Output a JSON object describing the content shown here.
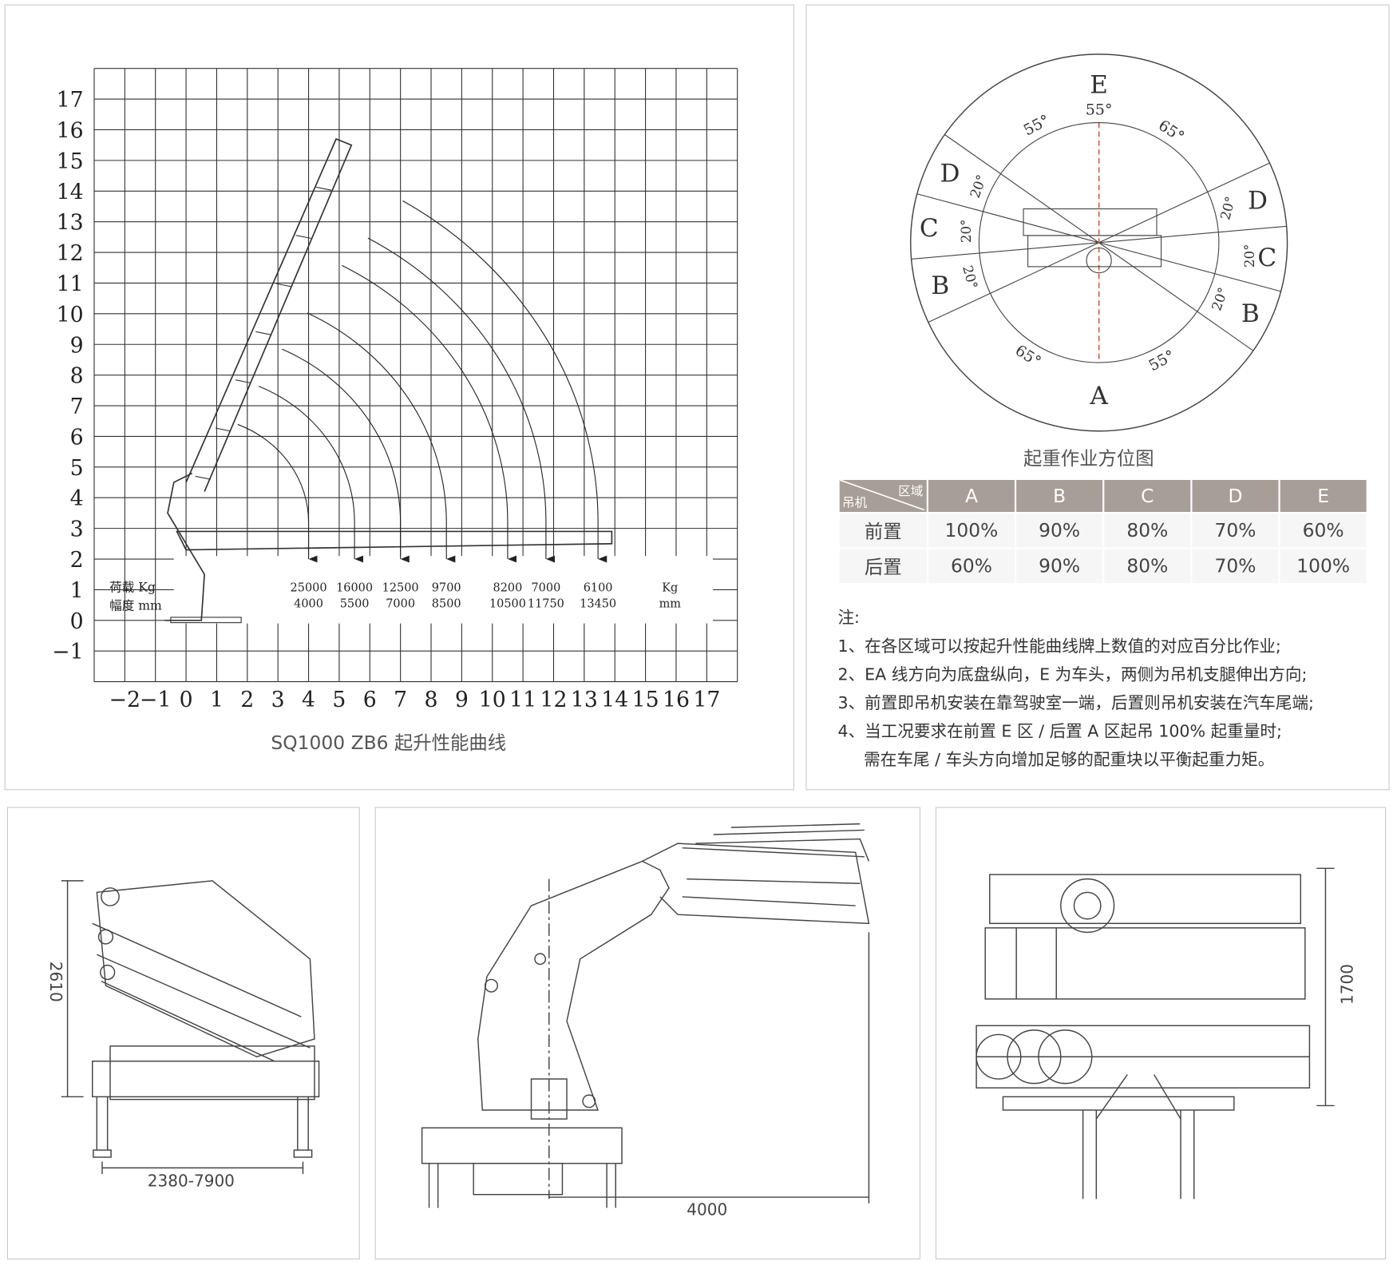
{
  "chart_data": {
    "type": "line",
    "title": "SQ1000  ZB6 起升性能曲线",
    "x_ticks": [
      "-2",
      "-1",
      "0",
      "1",
      "2",
      "3",
      "4",
      "5",
      "6",
      "7",
      "8",
      "9",
      "10",
      "11",
      "12",
      "13",
      "14",
      "15",
      "16",
      "17"
    ],
    "y_ticks": [
      "17",
      "16",
      "15",
      "14",
      "13",
      "12",
      "11",
      "10",
      "9",
      "8",
      "7",
      "6",
      "5",
      "4",
      "3",
      "2",
      "1",
      "0",
      "-1"
    ],
    "xlim": [
      -3,
      18
    ],
    "ylim": [
      -2,
      18
    ],
    "grid": true,
    "legend": {
      "load_label": "荷载 Kg",
      "radius_label": "幅度 mm"
    },
    "units": {
      "load": "Kg",
      "radius": "mm"
    },
    "loads_kg": [
      "25000",
      "16000",
      "12500",
      "9700",
      "8200",
      "7000",
      "6100"
    ],
    "radii_mm": [
      "4000",
      "5500",
      "7000",
      "8500",
      "10500",
      "11750",
      "13450"
    ],
    "radii_m": [
      4.0,
      5.5,
      7.0,
      8.5,
      10.5,
      11.75,
      13.45
    ]
  },
  "direction_diagram": {
    "title": "起重作业方位图",
    "zones": {
      "E": "E",
      "A": "A",
      "D": "D",
      "C": "C",
      "B": "B"
    },
    "angles": {
      "a55": "55°",
      "a65": "65°",
      "a20": "20°"
    }
  },
  "table": {
    "corner_top": "区域",
    "corner_bottom": "吊机",
    "headers": [
      "A",
      "B",
      "C",
      "D",
      "E"
    ],
    "rows": [
      {
        "label": "前置",
        "values": [
          "100%",
          "90%",
          "80%",
          "70%",
          "60%"
        ]
      },
      {
        "label": "后置",
        "values": [
          "60%",
          "90%",
          "80%",
          "70%",
          "100%"
        ]
      }
    ]
  },
  "notes": [
    "注:",
    "1、在各区域可以按起升性能曲线牌上数值的对应百分比作业;",
    "2、EA 线方向为底盘纵向，E 为车头，两侧为吊机支腿伸出方向;",
    "3、前置即吊机安装在靠驾驶室一端，后置则吊机安装在汽车尾端;",
    "4、当工况要求在前置 E 区 / 后置 A 区起吊 100% 起重量时;",
    "     需在车尾 / 车头方向增加足够的配重块以平衡起重力矩。"
  ],
  "dimensions": {
    "height_folded": "2610",
    "outrigger_span": "2380-7900",
    "reach": "4000",
    "width": "1700"
  },
  "colors": {
    "table_header": "#a89e98",
    "axis_line": "#e05a3a"
  }
}
